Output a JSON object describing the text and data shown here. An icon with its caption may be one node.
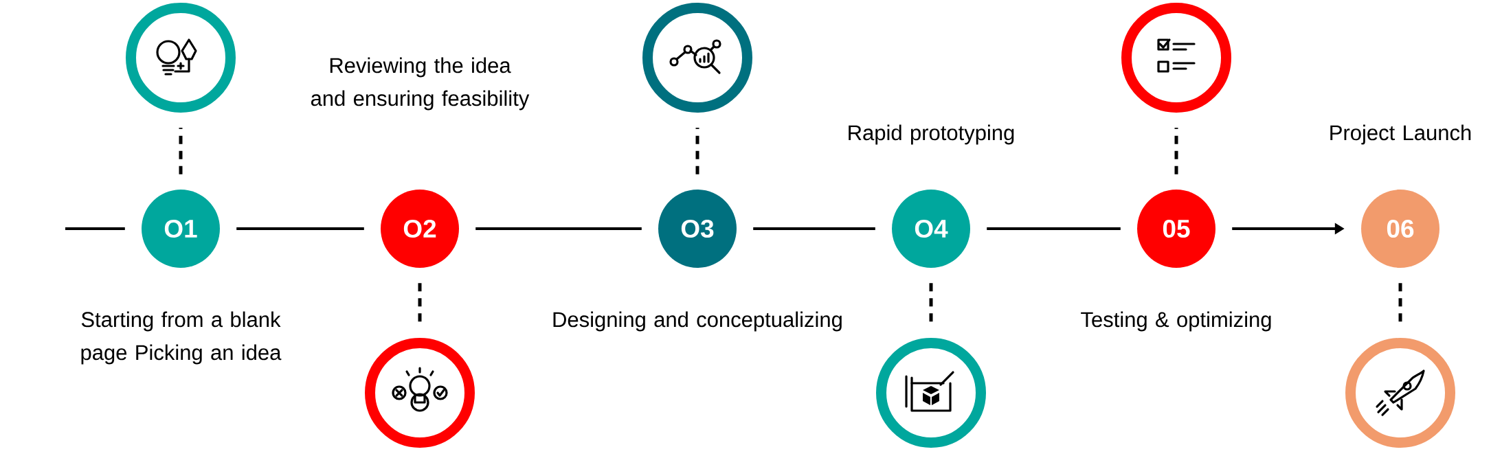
{
  "diagram": {
    "nodes": [
      {
        "text": [
          "O1"
        ],
        "beside": [
          "Starting from a blank page Picking an idea"
        ]
      },
      {
        "text": [
          "O2"
        ],
        "beside": [
          "Reviewing the idea and ensuring feasibility"
        ]
      },
      {
        "text": [
          "O3"
        ],
        "beside": [
          "Designing and conceptualizing"
        ]
      },
      {
        "text": [
          "O4"
        ],
        "beside": [
          "Rapid prototyping"
        ]
      },
      {
        "text": [
          "05"
        ],
        "beside": [
          "Testing & optimizing"
        ]
      },
      {
        "text": [
          "06"
        ],
        "beside": [
          "Project Launch"
        ]
      },
      {
        "text": [],
        "shape": "circle"
      },
      {
        "text": [],
        "shape": "circle"
      },
      {
        "text": [],
        "shape": "circle"
      },
      {
        "text": [],
        "shape": "circle"
      },
      {
        "text": [],
        "shape": "circle"
      },
      {
        "text": [],
        "shape": "circle"
      }
    ],
    "edges": [
      {
        "from": null,
        "to": 0,
        "arrow": "none"
      },
      {
        "from": 0,
        "to": 1,
        "arrow": "none"
      },
      {
        "from": 1,
        "to": 2,
        "arrow": "none"
      },
      {
        "from": 2,
        "to": 3,
        "arrow": "none"
      },
      {
        "from": 3,
        "to": 4,
        "arrow": "none"
      },
      {
        "from": 4,
        "to": 5,
        "arrow": "to"
      },
      {
        "from": 0,
        "to": 6,
        "arrow": "none",
        "style": "dashed"
      },
      {
        "from": 1,
        "to": 7,
        "arrow": "none",
        "style": "dashed"
      },
      {
        "from": 2,
        "to": 8,
        "arrow": "none",
        "style": "dashed"
      },
      {
        "from": 3,
        "to": 9,
        "arrow": "none",
        "style": "dashed"
      },
      {
        "from": 4,
        "to": 10,
        "arrow": "none",
        "style": "dashed"
      },
      {
        "from": 5,
        "to": 11,
        "arrow": "none",
        "style": "dashed"
      }
    ]
  }
}
